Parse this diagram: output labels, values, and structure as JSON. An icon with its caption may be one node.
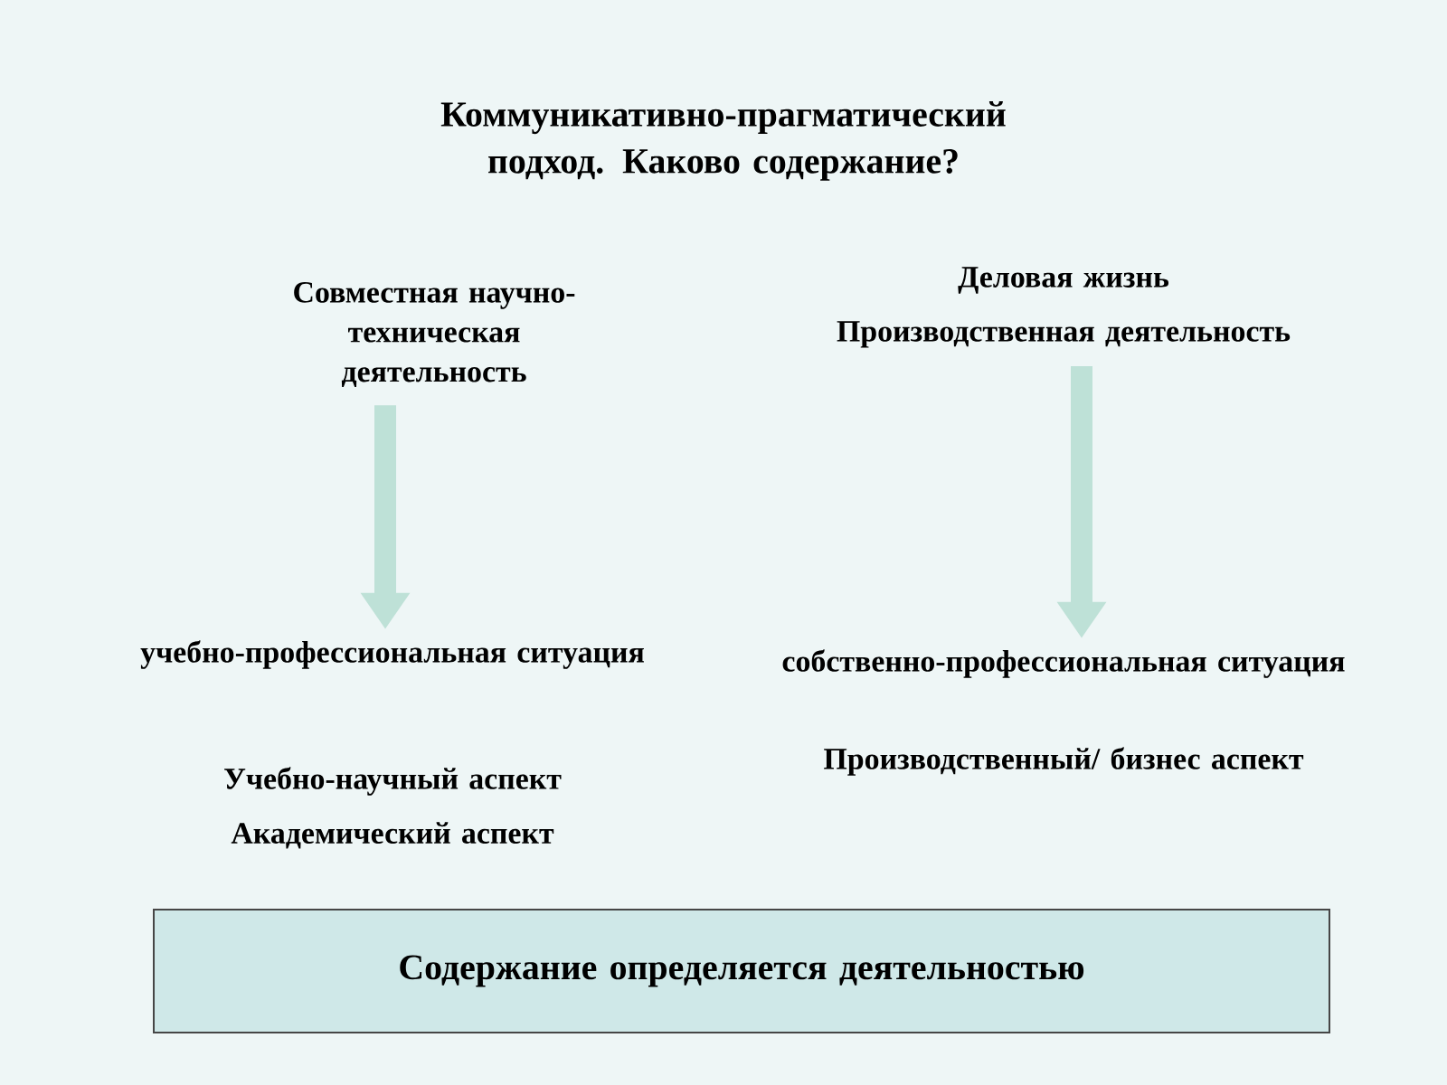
{
  "diagram": {
    "title": "Коммуникативно-прагматический подход. Каково содержание?",
    "nodes": [
      {
        "text": [
          "Совместная научно-техническая деятельность"
        ]
      },
      {
        "text": [
          "учебно-профессиональная ситуация"
        ]
      },
      {
        "text": [
          "Деловая жизнь",
          "Производственная деятельность"
        ]
      },
      {
        "text": [
          "собственно-профессиональная ситуация"
        ]
      },
      {
        "text": [
          "Содержание определяется деятельностью"
        ]
      }
    ],
    "edges": [
      {
        "from": 0,
        "to": 1,
        "arrow": "to"
      },
      {
        "from": 2,
        "to": 3,
        "arrow": "to"
      }
    ],
    "labels": [
      "Учебно-научный аспект",
      "Академический аспект",
      "Производственный/ бизнес аспект"
    ]
  }
}
